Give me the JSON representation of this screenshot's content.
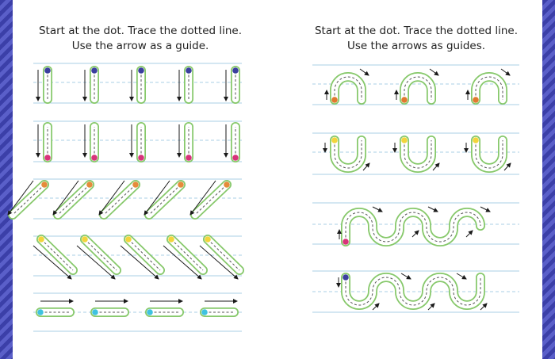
{
  "left_page": {
    "instruction_line1": "Start at the dot. Trace the dotted line.",
    "instruction_line2": "Use the arrow as a guide.",
    "rows": [
      {
        "stroke": "vertical-down",
        "count": 5,
        "start_color": "#3b3f9e"
      },
      {
        "stroke": "vertical-up",
        "count": 5,
        "start_color": "#d8337a"
      },
      {
        "stroke": "diagonal-down-left",
        "count": 5,
        "start_color": "#e58b3a"
      },
      {
        "stroke": "diagonal-down-right",
        "count": 5,
        "start_color": "#f2d53c"
      },
      {
        "stroke": "horizontal-right",
        "count": 4,
        "start_color": "#3fc2e0"
      }
    ]
  },
  "right_page": {
    "instruction_line1": "Start at the dot. Trace the dotted line.",
    "instruction_line2": "Use the arrows as guides.",
    "rows": [
      {
        "stroke": "arch-n",
        "count": 3,
        "start_color": "#e07a2e"
      },
      {
        "stroke": "cup-u",
        "count": 3,
        "start_color": "#f2d53c"
      },
      {
        "stroke": "wave-hill-start",
        "count": 1,
        "start_color": "#d8337a"
      },
      {
        "stroke": "wave-valley-start",
        "count": 1,
        "start_color": "#3b3f9e"
      }
    ]
  },
  "colors": {
    "border_stripe": "#3b3fa8",
    "guide_line": "#a9cfe6",
    "track_outline": "#86c86a",
    "dash": "#555555",
    "arrow": "#1a1a1a"
  }
}
